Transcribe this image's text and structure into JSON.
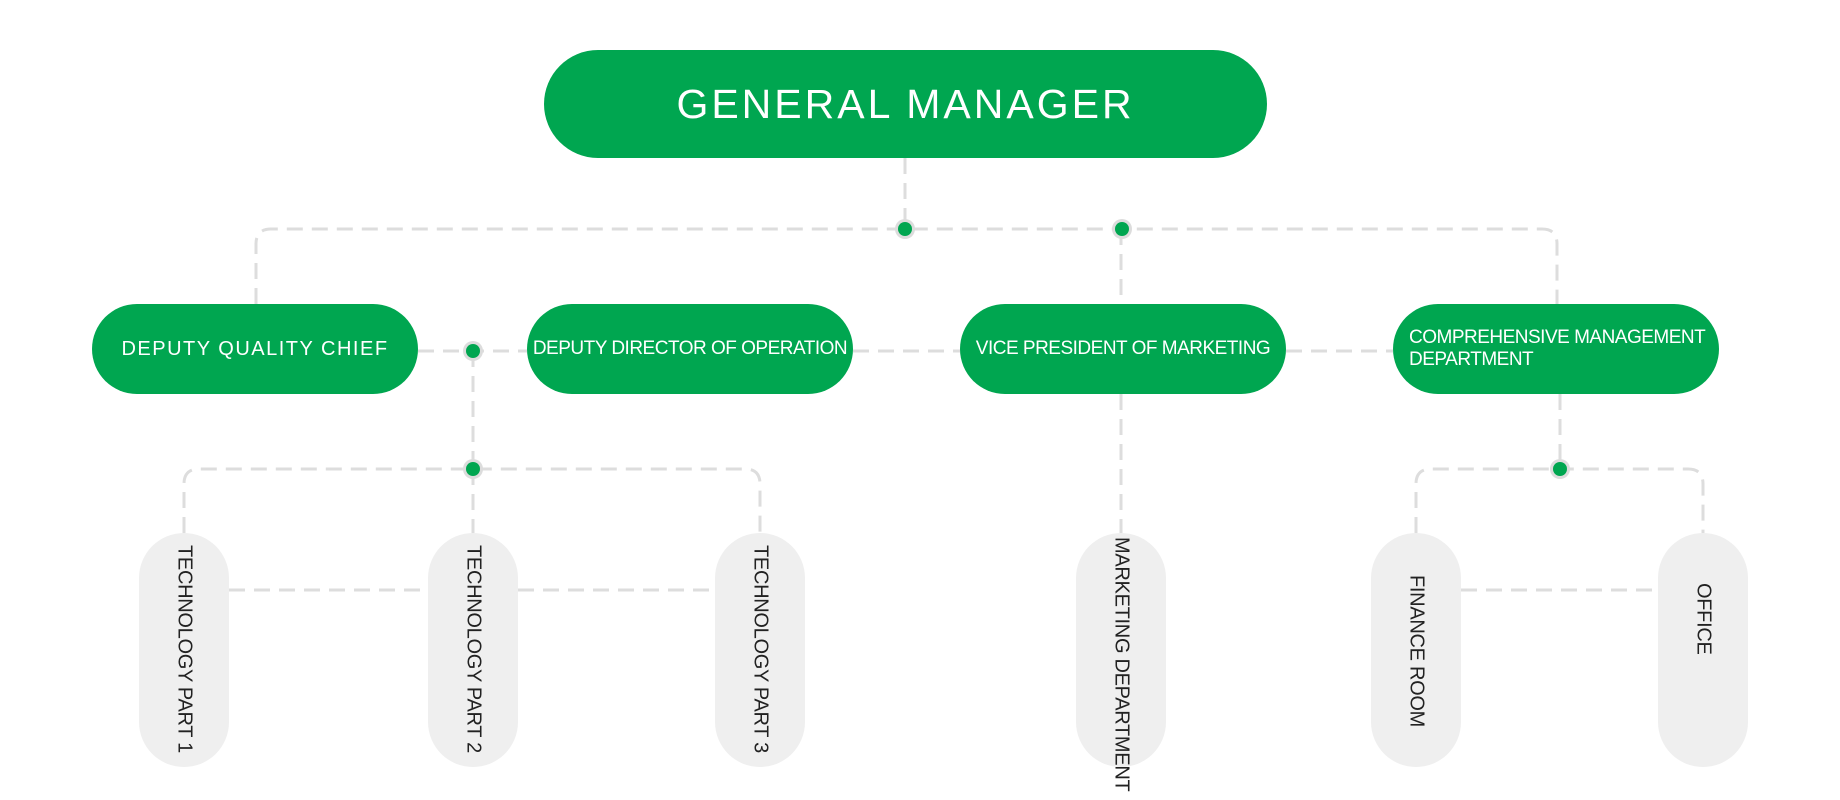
{
  "diagram": {
    "root": {
      "label": "GENERAL MANAGER"
    },
    "second_level": [
      {
        "label": "DEPUTY QUALITY CHIEF"
      },
      {
        "label": "DEPUTY DIRECTOR OF OPERATION"
      },
      {
        "label": "VICE PRESIDENT OF MARKETING"
      },
      {
        "label": "COMPREHENSIVE MANAGEMENT DEPARTMENT"
      }
    ],
    "third_level": [
      {
        "label": "TECHNOLOGY PART 1"
      },
      {
        "label": "TECHNOLOGY PART 2"
      },
      {
        "label": "TECHNOLOGY PART 3"
      },
      {
        "label": "MARKETING DEPARTMENT"
      },
      {
        "label": "FINANCE ROOM"
      },
      {
        "label": "OFFICE"
      }
    ]
  },
  "colors": {
    "primary_green": "#00a650",
    "leaf_background": "#efefef",
    "connector": "#dddddd"
  }
}
